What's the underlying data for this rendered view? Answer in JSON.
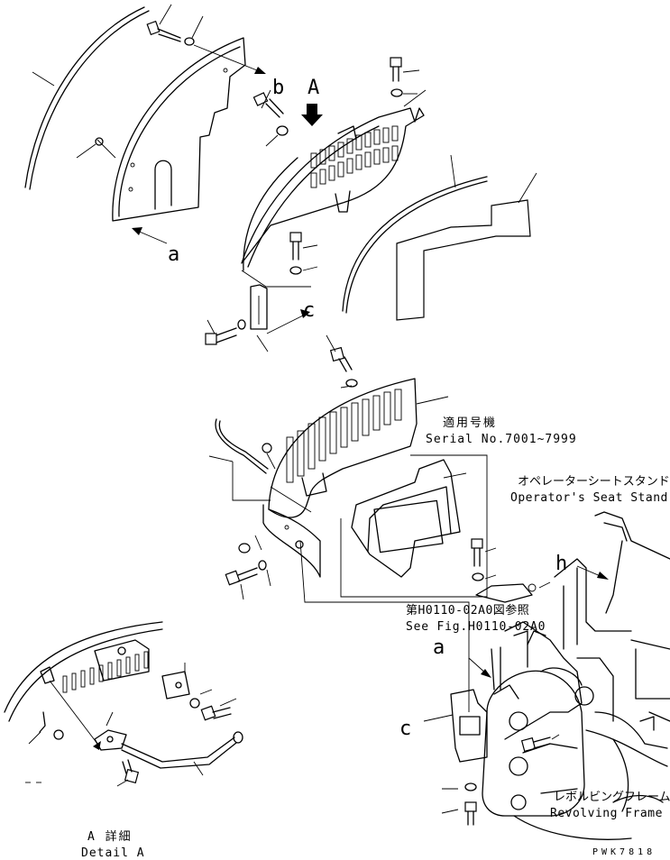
{
  "callouts": {
    "a_top": "a",
    "b": "b",
    "c_mid": "c",
    "view_A": "A",
    "h": "h",
    "a_lower": "a",
    "c_lower": "c"
  },
  "notes": {
    "serial_jp": "適用号機",
    "serial_en": "Serial No.7001~7999",
    "seat_stand_jp": "オペレーターシートスタンド",
    "seat_stand_en": "Operator's Seat Stand",
    "see_fig_jp": "第H0110-02A0図参照",
    "see_fig_en": "See Fig.H0110-02A0",
    "frame_jp": "レボルビングフレーム",
    "frame_en": "Revolving Frame",
    "detail_jp": "A 詳細",
    "detail_en": "Detail A",
    "drawing_code": "PWK7818"
  }
}
